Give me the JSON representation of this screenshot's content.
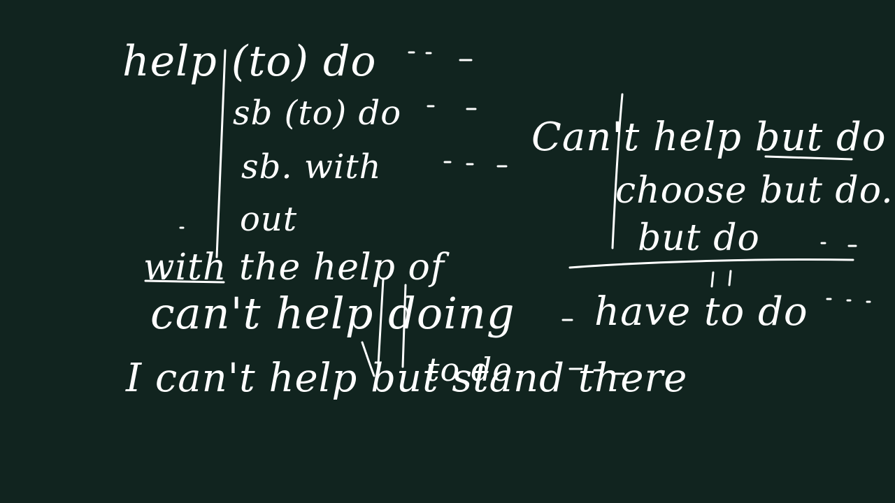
{
  "board": {
    "background_color": "#11241f",
    "ink_color": "#ffffff"
  },
  "notes": {
    "help_to_do": "help (to) do",
    "sb_to_do": "sb (to) do",
    "sb_with": "sb. with",
    "out": "out",
    "with_the_help_of": "with the help of",
    "cant_help_doing": "can't help doing",
    "cant_help_but_stand": "I can't help but stand there",
    "to_do": "to do",
    "cant_help_but_do": "Can't help but do",
    "choose_but_do": "choose but do.",
    "but_do": "but do",
    "have_to_do": "have to do"
  }
}
